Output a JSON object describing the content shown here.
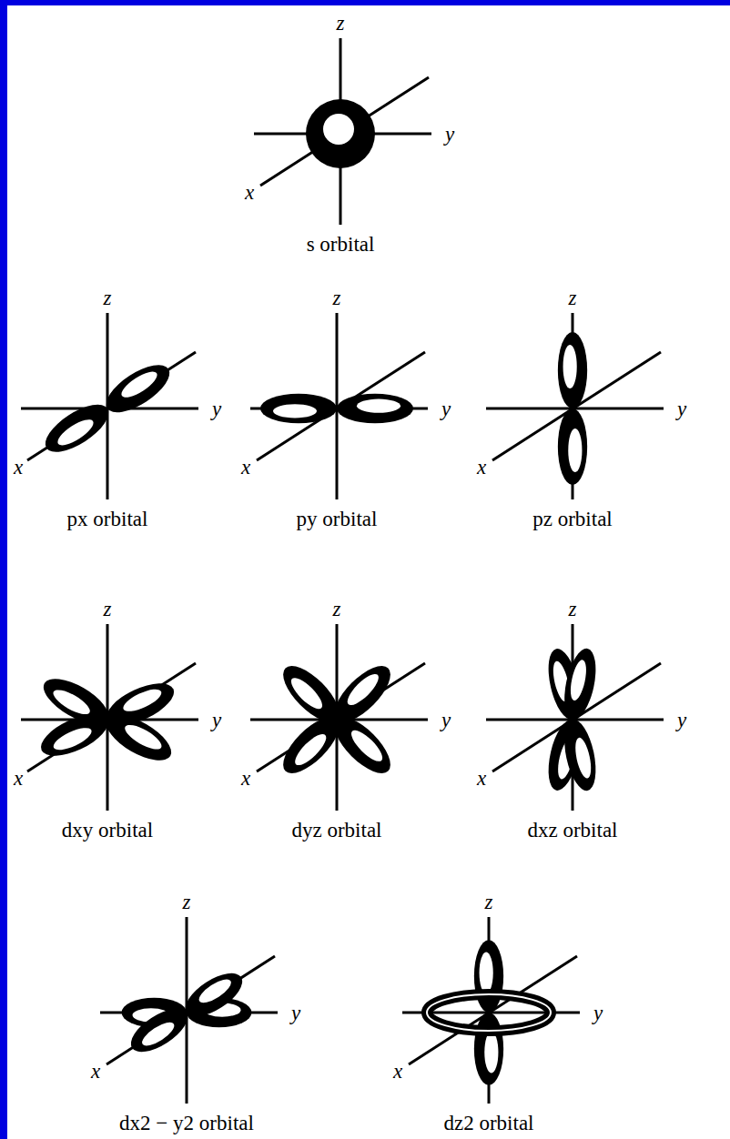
{
  "diagram": {
    "labels": [
      "z",
      "y",
      "x",
      "s orbital",
      "z",
      "y",
      "x",
      "px orbital",
      "z",
      "y",
      "x",
      "py orbital",
      "z",
      "y",
      "x",
      "pz orbital",
      "z",
      "y",
      "x",
      "dxy orbital",
      "z",
      "y",
      "x",
      "dyz orbital",
      "z",
      "y",
      "x",
      "dxz orbital",
      "z",
      "y",
      "x",
      "dx2 − y2 orbital",
      "z",
      "y",
      "x",
      "dz2 orbital"
    ]
  }
}
